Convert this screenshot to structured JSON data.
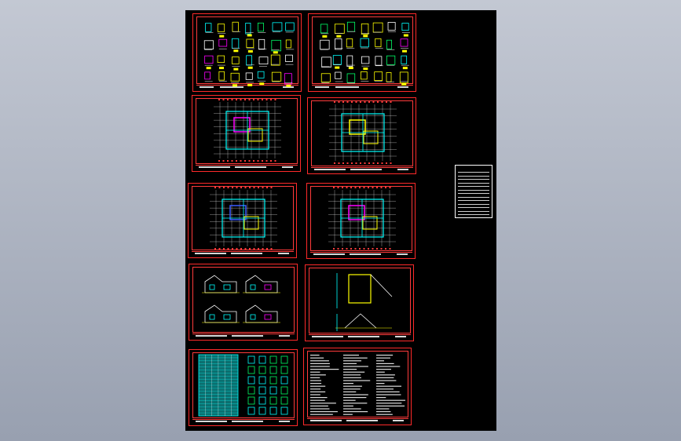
{
  "viewer": {
    "background_top": "#c3c8d3",
    "background_bottom": "#98a0b0",
    "drawing_area_color": "#000000"
  },
  "colors": {
    "frame_red": "#ff2a2a",
    "cyan": "#00ffff",
    "yellow": "#ffff00",
    "magenta": "#ff00ff",
    "white": "#ffffff",
    "green": "#00ff66",
    "blue": "#3a5bff"
  },
  "sheets": [
    {
      "id": "s1",
      "kind": "details"
    },
    {
      "id": "s2",
      "kind": "details"
    },
    {
      "id": "s3",
      "kind": "plan"
    },
    {
      "id": "s4",
      "kind": "plan"
    },
    {
      "id": "s5",
      "kind": "plan"
    },
    {
      "id": "s6",
      "kind": "plan"
    },
    {
      "id": "s7",
      "kind": "elevation"
    },
    {
      "id": "s8",
      "kind": "section"
    },
    {
      "id": "s9",
      "kind": "schedule"
    },
    {
      "id": "s10",
      "kind": "notes"
    }
  ],
  "legend": {
    "kind": "drawing-index-table"
  }
}
